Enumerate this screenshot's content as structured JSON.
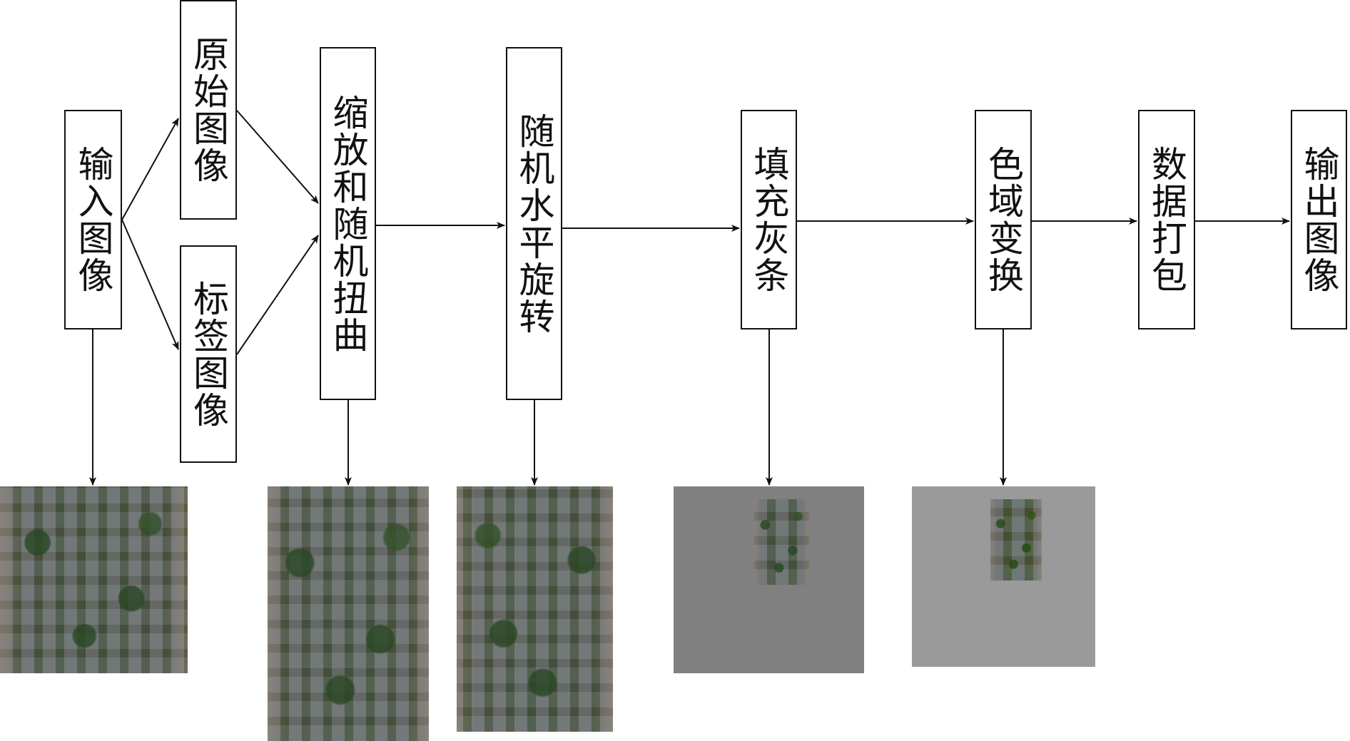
{
  "nodes": {
    "input": "输入图像",
    "original": "原始图像",
    "label": "标签图像",
    "resize_distort": "缩放和随机扭曲",
    "random_flip": "随机水平旋转",
    "pad_gray": "填充灰条",
    "color_jitter": "色域变换",
    "packing": "数据打包",
    "output": "输出图像"
  },
  "colors": {
    "pad_gray_bg": "#808080",
    "color_gray_bg": "#9a9a9a",
    "line": "#111111"
  }
}
